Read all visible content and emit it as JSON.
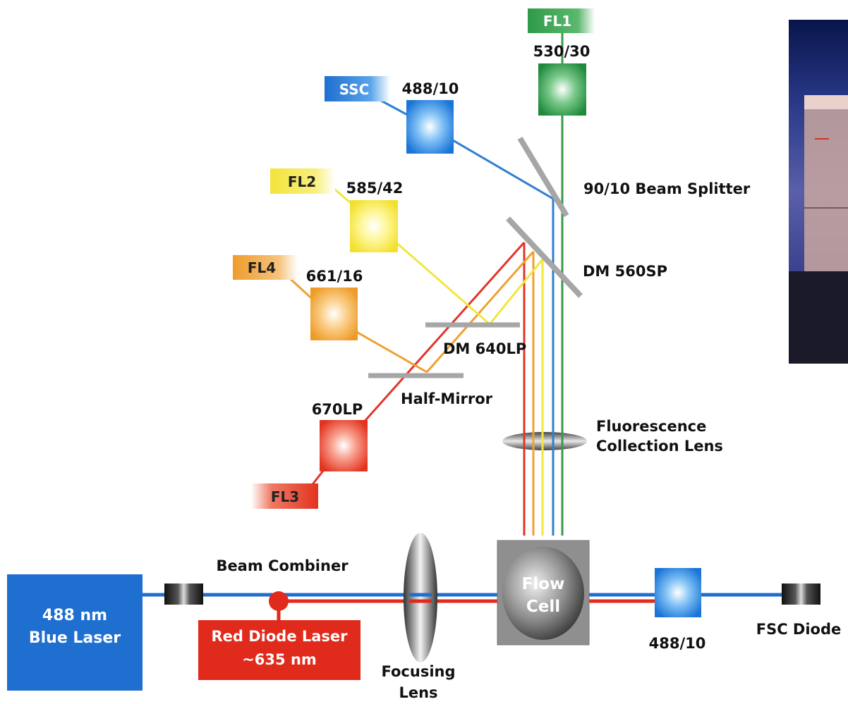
{
  "labels": {
    "fl1": "FL1",
    "fl1_filter": "530/30",
    "ssc": "SSC",
    "ssc_filter": "488/10",
    "fl2": "FL2",
    "fl2_filter": "585/42",
    "fl4": "FL4",
    "fl4_filter": "661/16",
    "fl3": "FL3",
    "fl3_filter": "670LP",
    "beam_splitter": "90/10 Beam Splitter",
    "dm560": "DM 560SP",
    "dm640": "DM 640LP",
    "half_mirror": "Half-Mirror",
    "fcl_line1": "Fluorescence",
    "fcl_line2": "Collection Lens",
    "beam_combiner": "Beam Combiner",
    "blue_laser_line1": "488 nm",
    "blue_laser_line2": "Blue Laser",
    "red_laser_line1": "Red Diode Laser",
    "red_laser_line2": "~635 nm",
    "focusing_line1": "Focusing",
    "focusing_line2": "Lens",
    "flow_line1": "Flow",
    "flow_line2": "Cell",
    "fsc_filter": "488/10",
    "fsc_diode": "FSC Diode"
  },
  "colors": {
    "blue": "#2f7fd0",
    "green": "#3a9a4a",
    "yellow": "#f2e640",
    "orange": "#f0a030",
    "red": "#e3342a",
    "mirror": "#a6a6a6",
    "laser_blue": "#1f6fd0",
    "laser_red": "#e02a1c"
  }
}
